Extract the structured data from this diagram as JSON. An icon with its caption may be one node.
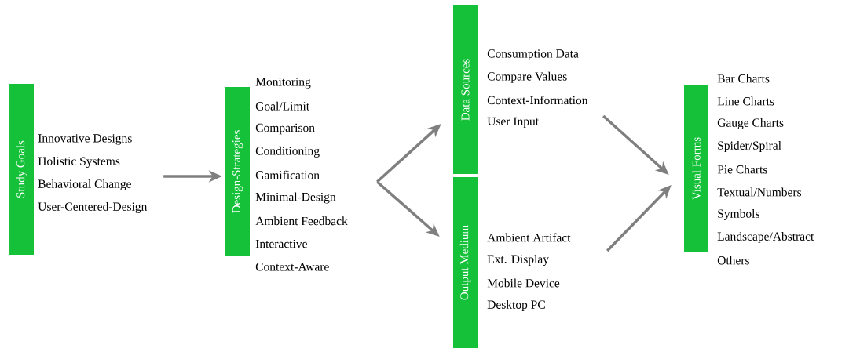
{
  "diagram": {
    "nodes": [
      {
        "text": [
          "Study Goals"
        ],
        "beside": [
          "Innovative Designs",
          "Holistic Systems",
          "Behavioral Change",
          "User-Centered-Design"
        ]
      },
      {
        "text": [
          "Design-Strategies"
        ],
        "beside": [
          "Monitoring",
          "Goal/Limit",
          "Comparison",
          "Conditioning",
          "Gamification",
          "Minimal-Design",
          "Ambient Feedback",
          "Interactive",
          "Context-Aware"
        ]
      },
      {
        "text": [
          "Data Sources"
        ],
        "beside": [
          "Consumption Data",
          "Compare Values",
          "Context-Information",
          "User Input"
        ]
      },
      {
        "text": [
          "Output Medium"
        ],
        "beside": [
          "Ambient Artifact",
          "Ext. Display",
          "Mobile Device",
          "Desktop PC"
        ]
      },
      {
        "text": [
          "Visual Forms"
        ],
        "beside": [
          "Bar Charts",
          "Line Charts",
          "Gauge Charts",
          "Spider/Spiral",
          "Pie Charts",
          "Textual/Numbers",
          "Symbols",
          "Landscape/Abstract",
          "Others"
        ]
      }
    ],
    "edges": [
      {
        "from": 0,
        "to": 1,
        "arrow": "to"
      },
      {
        "from": 1,
        "to": 2,
        "arrow": "to"
      },
      {
        "from": 1,
        "to": 3,
        "arrow": "to"
      },
      {
        "from": 2,
        "to": 4,
        "arrow": "to"
      },
      {
        "from": 3,
        "to": 4,
        "arrow": "to"
      }
    ]
  }
}
